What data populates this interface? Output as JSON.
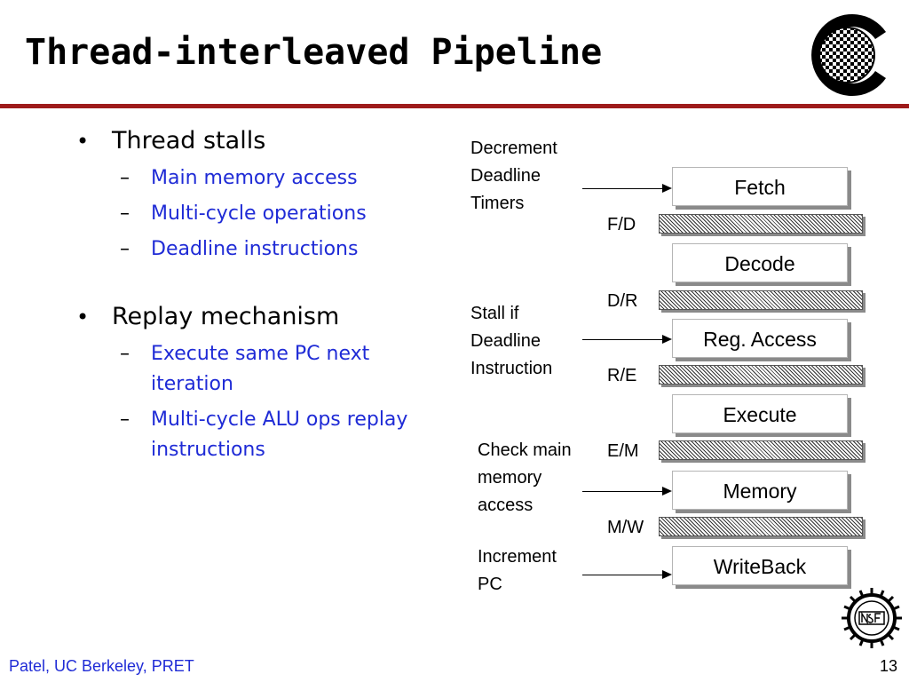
{
  "title": "Thread-interleaved Pipeline",
  "bullets": [
    {
      "text": "Thread stalls",
      "subs": [
        "Main memory access",
        "Multi-cycle operations",
        "Deadline instructions"
      ]
    },
    {
      "text": "Replay mechanism",
      "subs": [
        "Execute same PC next iteration",
        "Multi-cycle ALU ops replay instructions"
      ]
    }
  ],
  "dash": "–",
  "notes": {
    "decrement": [
      "Decrement",
      "Deadline",
      "Timers"
    ],
    "stall": [
      "Stall if",
      "Deadline",
      "Instruction"
    ],
    "check": [
      "Check main",
      "memory",
      "access"
    ],
    "increment": [
      "Increment",
      "PC"
    ]
  },
  "stages": [
    "Fetch",
    "Decode",
    "Reg. Access",
    "Execute",
    "Memory",
    "WriteBack"
  ],
  "latches": [
    "F/D",
    "D/R",
    "R/E",
    "E/M",
    "M/W"
  ],
  "footer": {
    "left": "Patel, UC Berkeley, PRET",
    "page": "13"
  },
  "colors": {
    "title_rule": "#9e1b1b",
    "sub_bullet": "#1f2bd6",
    "footer_text": "#1f2bd6"
  }
}
